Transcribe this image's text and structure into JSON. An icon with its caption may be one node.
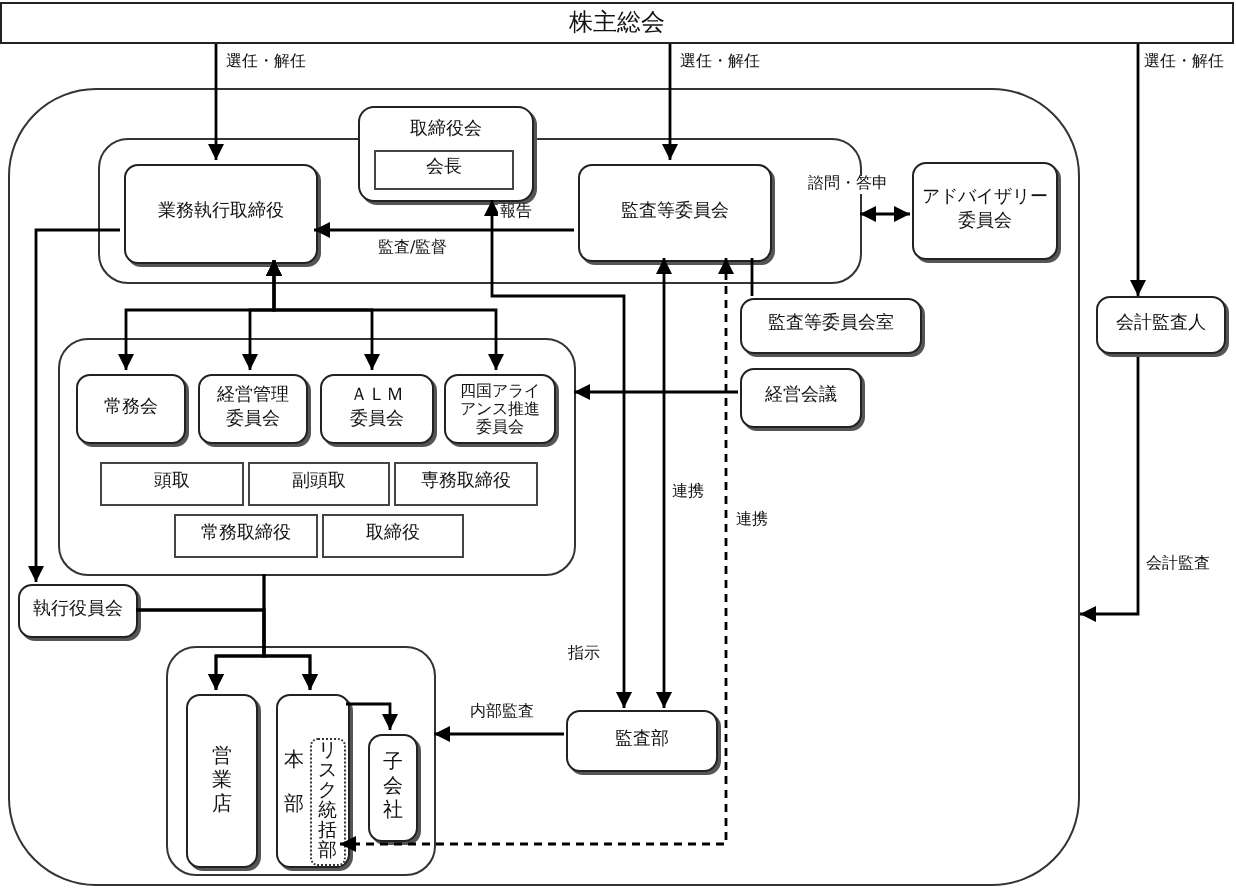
{
  "diagram": {
    "nodes": [
      {
        "text": [
          "株主総会"
        ]
      },
      {
        "text": [],
        "shape": "box"
      },
      {
        "text": [],
        "shape": "box",
        "in": 1
      },
      {
        "text": [
          "取締役会"
        ],
        "in": 1
      },
      {
        "text": [
          "会長"
        ]
      },
      {
        "text": [
          "業務執行取締役"
        ],
        "in": 2
      },
      {
        "text": [
          "監査等委員会"
        ],
        "in": 2
      },
      {
        "text": [
          "アドバイザリー委員会"
        ],
        "in": 1
      },
      {
        "text": [
          "監査等委員会室"
        ],
        "in": 1
      },
      {
        "text": [],
        "shape": "box",
        "in": 1
      },
      {
        "text": [
          "常務会"
        ],
        "in": 9
      },
      {
        "text": [
          "経営管理委員会"
        ],
        "in": 9
      },
      {
        "text": [
          "ＡＬＭ委員会"
        ],
        "in": 9
      },
      {
        "text": [
          "四国アライアンス推進委員会"
        ],
        "in": 9
      },
      {
        "text": [
          "経営会議"
        ],
        "in": 1
      },
      {
        "text": [
          "頭取"
        ],
        "in": 9
      },
      {
        "text": [
          "副頭取"
        ],
        "in": 9
      },
      {
        "text": [
          "専務取締役"
        ],
        "in": 9
      },
      {
        "text": [
          "常務取締役"
        ],
        "in": 9
      },
      {
        "text": [
          "取締役"
        ],
        "in": 9
      },
      {
        "text": [
          "会計監査人"
        ]
      },
      {
        "text": [
          "執行役員会"
        ],
        "in": 1
      },
      {
        "text": [],
        "shape": "box",
        "in": 1
      },
      {
        "text": [
          "営業店"
        ],
        "in": 22
      },
      {
        "text": [
          "本部"
        ],
        "in": 22
      },
      {
        "text": [
          "リスク統括部"
        ],
        "in": 24
      },
      {
        "text": [
          "子会社"
        ],
        "in": 22
      },
      {
        "text": [
          "監査部"
        ],
        "in": 1
      }
    ],
    "edges": [
      {
        "from": 0,
        "to": 5,
        "arrow": "to",
        "label": "選任・解任"
      },
      {
        "from": 0,
        "to": 6,
        "arrow": "to",
        "label": "選任・解任"
      },
      {
        "from": 0,
        "to": 20,
        "arrow": "to",
        "label": "選任・解任"
      },
      {
        "from": 6,
        "to": 5,
        "arrow": "to",
        "label": "監査/監督"
      },
      {
        "from": 2,
        "to": 7,
        "arrow": "both",
        "label": "諮問・答申"
      },
      {
        "from": 6,
        "to": 8,
        "arrow": "none"
      },
      {
        "from": 27,
        "to": 3,
        "arrow": "both",
        "label": "報告"
      },
      {
        "from": 6,
        "to": 27,
        "arrow": "both",
        "label": "連携"
      },
      {
        "from": 6,
        "to": 25,
        "arrow": "both",
        "label": "連携",
        "style": "dashed"
      },
      {
        "from": 5,
        "to": 10,
        "arrow": "both"
      },
      {
        "from": 5,
        "to": 11,
        "arrow": "both"
      },
      {
        "from": 5,
        "to": 12,
        "arrow": "both"
      },
      {
        "from": 5,
        "to": 13,
        "arrow": "both"
      },
      {
        "from": 14,
        "to": 9,
        "arrow": "to"
      },
      {
        "from": 5,
        "to": 21,
        "arrow": "to"
      },
      {
        "from": 20,
        "to": 1,
        "arrow": "to",
        "label": "会計監査"
      },
      {
        "from": 9,
        "to": 23,
        "arrow": "to"
      },
      {
        "from": 9,
        "to": 24,
        "arrow": "to"
      },
      {
        "from": 21,
        "to": 23,
        "arrow": "to"
      },
      {
        "from": 21,
        "to": 24,
        "arrow": "to"
      },
      {
        "from": 24,
        "to": 26,
        "arrow": "to"
      },
      {
        "from": 27,
        "to": 22,
        "arrow": "to",
        "label": "内部監査"
      }
    ],
    "labels": [
      "指示"
    ]
  }
}
